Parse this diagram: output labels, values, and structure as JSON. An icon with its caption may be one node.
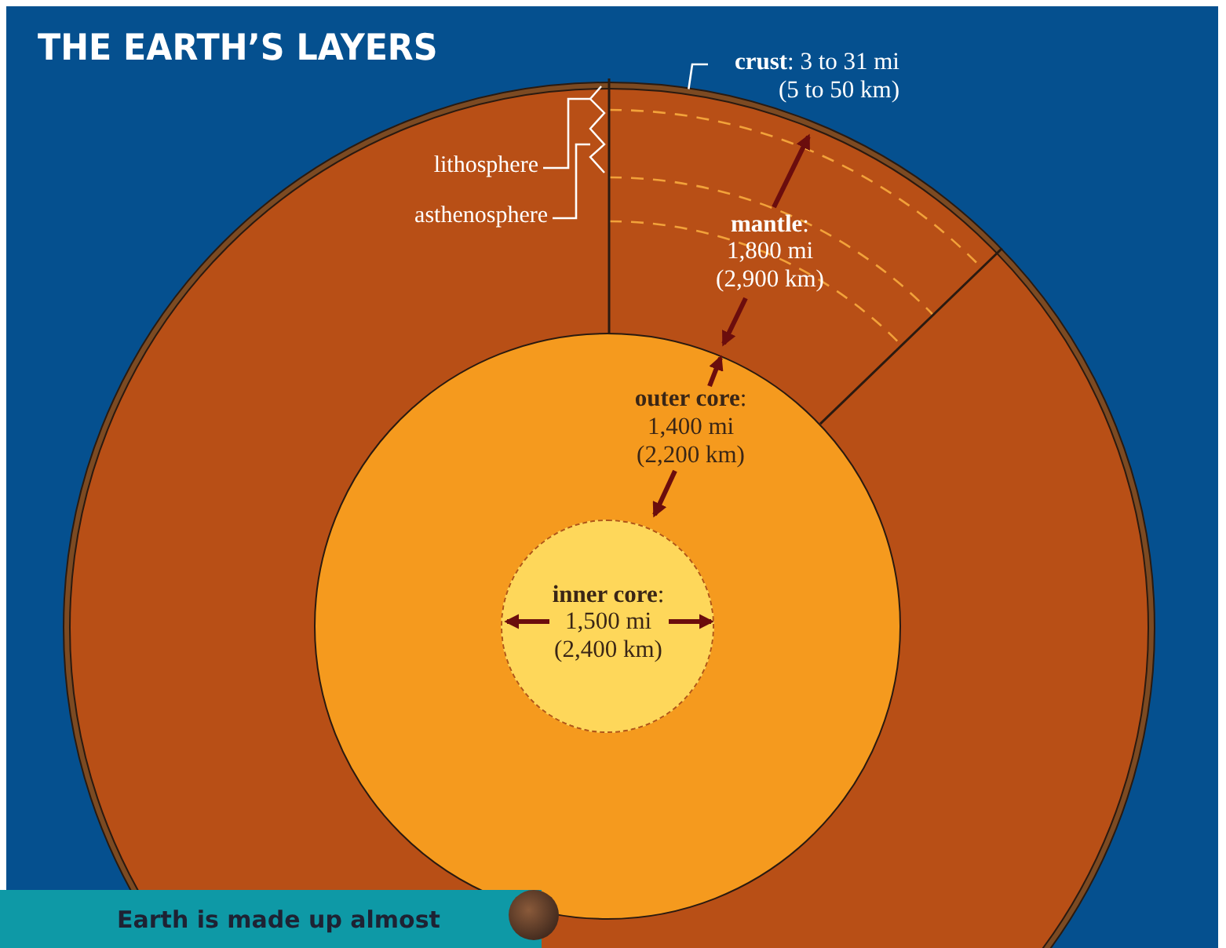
{
  "diagram": {
    "title": "THE EARTH’S LAYERS",
    "nodes": [
      {
        "text": [
          "**crust**: 3 to 31 mi (5 to 50 km)"
        ]
      },
      {
        "text": [],
        "shape": "circle"
      },
      {
        "text": [
          "**mantle**: 1,800 mi (2,900 km)"
        ],
        "in": 1
      },
      {
        "text": [
          "**outer core**: 1,400 mi (2,200 km)"
        ],
        "in": 2
      },
      {
        "text": [
          "**inner core**: 1,500 mi (2,400 km)"
        ],
        "in": 3
      },
      {
        "text": [
          "lithosphere"
        ],
        "in": 2
      },
      {
        "text": [
          "asthenosphere"
        ],
        "in": 2
      }
    ],
    "edges": [
      {
        "from": 0,
        "to": 1,
        "arrow": "none"
      },
      {
        "from": 5,
        "to": 2,
        "arrow": "none"
      },
      {
        "from": 6,
        "to": 2,
        "arrow": "none"
      }
    ],
    "labels": [
      "Earth is made up almost"
    ]
  }
}
